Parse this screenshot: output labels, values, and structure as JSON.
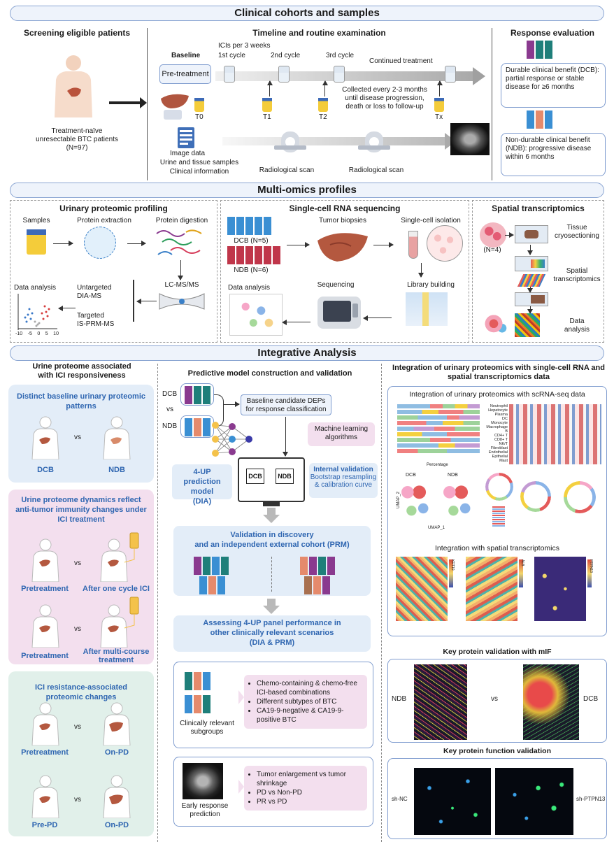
{
  "sections": {
    "clinical": "Clinical cohorts and samples",
    "multiomics": "Multi-omics profiles",
    "integrative": "Integrative Analysis"
  },
  "screening": {
    "title": "Screening eligible patients",
    "desc_line1": "Treatment-naïve",
    "desc_line2": "unresectable BTC patients",
    "desc_line3": "(N=97)"
  },
  "timeline": {
    "title": "Timeline and routine examination",
    "baseline": "Baseline",
    "pretreatment": "Pre-treatment",
    "icis_per": "ICIs per 3 weeks",
    "cycle1": "1st cycle",
    "cycle2": "2nd cycle",
    "cycle3": "3rd cycle",
    "continued": "Continued treatment",
    "collected_line1": "Collected every 2-3 months",
    "collected_line2": "until disease progression,",
    "collected_line3": "death or loss to follow-up",
    "t0": "T0",
    "t1": "T1",
    "t2": "T2",
    "tx": "Tx",
    "image_data": "Image data",
    "urine_tissue": "Urine and tissue samples",
    "clinical_info": "Clinical information",
    "scan1": "Radiological scan",
    "scan2": "Radiological scan"
  },
  "response": {
    "title": "Response evaluation",
    "dcb_text": "Durable clinical benefit (DCB): partial response or stable disease for ≥6 months",
    "ndb_text": "Non-durable clinical benefit (NDB): progressive disease within 6 months"
  },
  "urinary": {
    "title": "Urinary proteomic profiling",
    "samples": "Samples",
    "extraction": "Protein extraction",
    "digestion": "Protein digestion",
    "lcms": "LC-MS/MS",
    "untargeted_line1": "Untargeted",
    "untargeted_line2": "DIA-MS",
    "targeted_line1": "Targeted",
    "targeted_line2": "IS-PRM-MS",
    "data_analysis": "Data analysis",
    "volcano_ticks": [
      "-10",
      "-5",
      "0",
      "5",
      "10"
    ]
  },
  "scrna": {
    "title": "Single-cell RNA sequencing",
    "dcb": "DCB (N=5)",
    "ndb": "NDB (N=6)",
    "biopsies": "Tumor biopsies",
    "isolation": "Single-cell isolation",
    "library": "Library building",
    "sequencing": "Sequencing",
    "data_analysis": "Data analysis"
  },
  "spatial": {
    "title": "Spatial transcriptomics",
    "n": "(N=4)",
    "tissue_line1": "Tissue",
    "tissue_line2": "cryosectioning",
    "spatial_line1": "Spatial",
    "spatial_line2": "transcriptomics",
    "data_line1": "Data",
    "data_line2": "analysis"
  },
  "left_col": {
    "title_line1": "Urine proteome associated",
    "title_line2": "with ICI responsiveness",
    "p1_title": "Distinct baseline urinary proteomic patterns",
    "p1_left": "DCB",
    "p1_right": "NDB",
    "p2_title": "Urine proteome dynamics reflect anti-tumor immunity changes under ICI treatment",
    "p2a_left": "Pretreatment",
    "p2a_right": "After one cycle ICI",
    "p2b_left": "Pretreatment",
    "p2b_right_line1": "After multi-course",
    "p2b_right_line2": "treatment",
    "p3_title": "ICI resistance-associated proteomic changes",
    "p3a_left": "Pretreatment",
    "p3a_right": "On-PD",
    "p3b_left": "Pre-PD",
    "p3b_right": "On-PD",
    "vs": "vs"
  },
  "mid_col": {
    "title": "Predictive model construction and validation",
    "dcb": "DCB",
    "vs": "vs",
    "ndb": "NDB",
    "deps_line1": "Baseline candidate DEPs",
    "deps_line2": "for response classification",
    "ml_line1": "Machine learning",
    "ml_line2": "algorithms",
    "model_line1": "4-UP",
    "model_line2": "prediction model",
    "model_line3": "(DIA)",
    "screen_dcb": "DCB",
    "screen_ndb": "NDB",
    "internal_line1": "Internal validation",
    "internal_line2": "Bootstrap resampling",
    "internal_line3": "& calibration curve",
    "validation_line1": "Validation in discovery",
    "validation_line2": "and an independent external cohort (PRM)",
    "assess_line1": "Assessing 4-UP panel performance in",
    "assess_line2": "other clinically relevant scenarios",
    "assess_line3": "(DIA & PRM)",
    "subgroups_label_line1": "Clinically relevant",
    "subgroups_label_line2": "subgroups",
    "subgroups": [
      "Chemo-containing & chemo-free ICI-based combinations",
      "Different subtypes of BTC",
      "CA19-9-negative & CA19-9-positive BTC"
    ],
    "early_label_line1": "Early response",
    "early_label_line2": "prediction",
    "early": [
      "Tumor enlargement vs tumor shrinkage",
      "PD vs Non-PD",
      "PR vs PD"
    ]
  },
  "right_col": {
    "title_line1": "Integration of urinary proteomics with single-cell RNA and",
    "title_line2": "spatial transcriptomics data",
    "scrna_title": "Integration of urinary proteomics with scRNA-seq data",
    "cell_types": [
      "Neutrophil",
      "Hepatocyte",
      "Plasma",
      "DC",
      "Monocyte",
      "Macrophage",
      "B",
      "CD4+ T",
      "CD8+ T",
      "NK/T",
      "Fibroblast",
      "Endothelial",
      "Epithelial",
      "Mast"
    ],
    "umap_x": "UMAP_1",
    "umap_y": "UMAP_2",
    "bar_xlabel": "Percentage",
    "umap_groups": [
      "DCB",
      "NDB"
    ],
    "spatial_title": "Integration with spatial transcriptomics",
    "spatial_genes": [
      "KRT19",
      "ALB",
      "PTPN13"
    ],
    "mif_title": "Key protein validation with mIF",
    "mif_left": "NDB",
    "mif_vs": "vs",
    "mif_right": "DCB",
    "func_title": "Key protein function validation",
    "func_left": "sh-NC",
    "func_right": "sh-PTPN13"
  },
  "colors": {
    "banner_border": "#8aa5d2",
    "banner_fill": "#eef3fb",
    "panel_blue": "#e3edf8",
    "panel_pink": "#f3dfee",
    "panel_green": "#e1f0ea",
    "accent_blue": "#2f66b1",
    "dcb_purple": "#8a3a8f",
    "dcb_teal": "#1f7f7a",
    "ndb_blue": "#3a8fd3",
    "ndb_orange": "#e58a6c",
    "ndb_red": "#c0364a"
  }
}
